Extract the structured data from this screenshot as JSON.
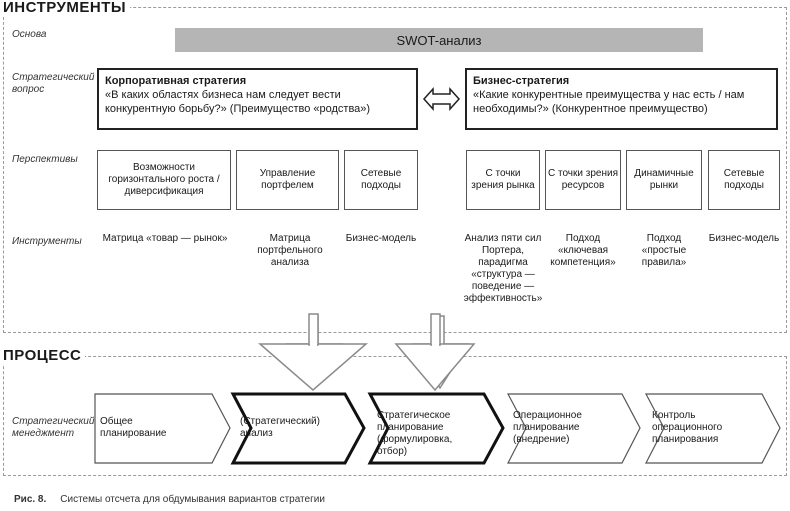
{
  "sections": {
    "tools_title": "ИНСТРУМЕНТЫ",
    "process_title": "ПРОЦЕСС"
  },
  "row_labels": {
    "basis": "Основа",
    "strategic_question": "Стратегический вопрос",
    "perspectives": "Перспективы",
    "instruments": "Инструменты",
    "strategic_management": "Стратегический менеджмент"
  },
  "swot": "SWOT-анализ",
  "corporate": {
    "title": "Корпоративная стратегия",
    "text": "«В каких областях бизнеса нам следует вести конкурентную борьбу?» (Преимущество «родства»)"
  },
  "business": {
    "title": "Бизнес-стратегия",
    "text": "«Какие конкурентные преимущества у нас есть / нам необходимы?» (Конкурентное преимущество)"
  },
  "perspectives": [
    "Возможности горизонтального роста / диверсификация",
    "Управление портфелем",
    "Сетевые подходы",
    "С точки зрения рынка",
    "С точки зрения ресурсов",
    "Динамичные рынки",
    "Сетевые подходы"
  ],
  "instruments": [
    "Матрица «товар — рынок»",
    "Матрица портфельного анализа",
    "Бизнес-модель",
    "Анализ пяти сил Портера, парадигма «структура — поведение — эффективность»",
    "Подход «ключевая компетенция»",
    "Подход «простые правила»",
    "Бизнес-модель"
  ],
  "process": [
    "Общее планирование",
    "(Стратегический) анализ",
    "Стратегическое планирование (формулировка, отбор)",
    "Операционное планирование (внедрение)",
    "Контроль операционного планирования"
  ],
  "caption": {
    "label": "Рис. 8.",
    "text": "Системы отсчета для обдумывания вариантов стратегии"
  }
}
